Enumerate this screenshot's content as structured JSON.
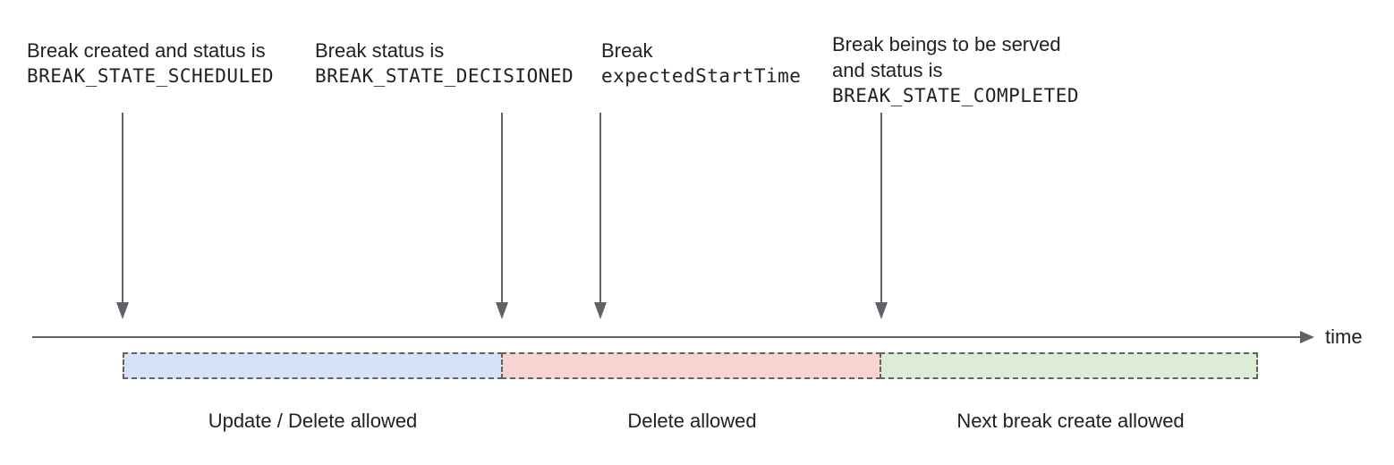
{
  "diagram": {
    "annotations": [
      {
        "lines": [
          "Break created and status is",
          "BREAK_STATE_SCHEDULED"
        ]
      },
      {
        "lines": [
          "Break status is",
          "BREAK_STATE_DECISIONED"
        ]
      },
      {
        "lines": [
          "Break",
          "expectedStartTime"
        ]
      },
      {
        "lines": [
          "Break beings to be served",
          "and status is",
          "BREAK_STATE_COMPLETED"
        ]
      }
    ],
    "axis": {
      "label": "time"
    },
    "segments": [
      {
        "label": "Update / Delete allowed",
        "fill": "#d4e4f6"
      },
      {
        "label": "Delete allowed",
        "fill": "#f7d4d2"
      },
      {
        "label": "Next break create allowed",
        "fill": "#dcecd5"
      }
    ],
    "colors": {
      "line": "#5f6368",
      "text": "#202124",
      "segment_border": "#5f6368"
    }
  }
}
